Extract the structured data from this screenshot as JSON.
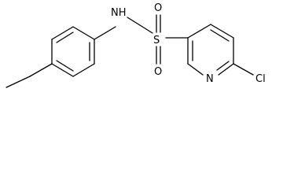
{
  "molecule": {
    "atoms": {
      "nh": "NH",
      "s": "S",
      "o_top": "O",
      "o_bottom": "O",
      "n_ring": "N",
      "cl": "Cl"
    }
  },
  "colors": {
    "bond": "#000000",
    "label": "#000000",
    "background": "#ffffff"
  }
}
